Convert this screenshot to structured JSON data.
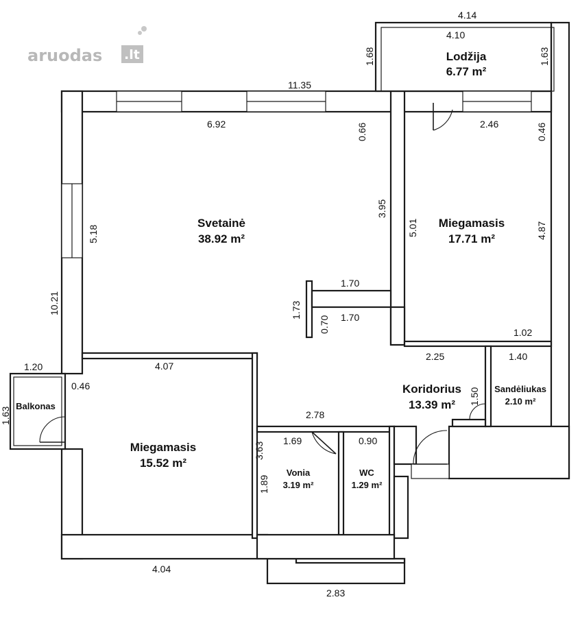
{
  "watermark": {
    "text": "aruodas",
    "suffix": ".lt"
  },
  "rooms": {
    "living": {
      "name": "Svetainė",
      "area": "38.92 m²"
    },
    "bedroom1": {
      "name": "Miegamasis",
      "area": "17.71 m²"
    },
    "bedroom2": {
      "name": "Miegamasis",
      "area": "15.52 m²"
    },
    "loggia": {
      "name": "Lodžija",
      "area": "6.77 m²"
    },
    "corridor": {
      "name": "Koridorius",
      "area": "13.39 m²"
    },
    "storage": {
      "name": "Sandėliukas",
      "area": "2.10 m²"
    },
    "bath": {
      "name": "Vonia",
      "area": "3.19 m²"
    },
    "wc": {
      "name": "WC",
      "area": "1.29 m²"
    },
    "balcony": {
      "name": "Balkonas"
    }
  },
  "dimensions": {
    "d414": "4.14",
    "d410": "4.10",
    "d168": "1.68",
    "d163a": "1.63",
    "d1135": "11.35",
    "d692": "6.92",
    "d066": "0.66",
    "d246": "2.46",
    "d046a": "0.46",
    "d395": "3.95",
    "d501": "5.01",
    "d487": "4.87",
    "d518": "5.18",
    "d1021": "10.21",
    "d170a": "1.70",
    "d173": "1.73",
    "d170b": "1.70",
    "d070": "0.70",
    "d102": "1.02",
    "d225": "2.25",
    "d140": "1.40",
    "d120": "1.20",
    "d407": "4.07",
    "d046b": "0.46",
    "d163b": "1.63",
    "d150": "1.50",
    "d278": "2.78",
    "d169": "1.69",
    "d090": "0.90",
    "d363": "3.63",
    "d189": "1.89",
    "d404": "4.04",
    "d283": "2.83"
  }
}
